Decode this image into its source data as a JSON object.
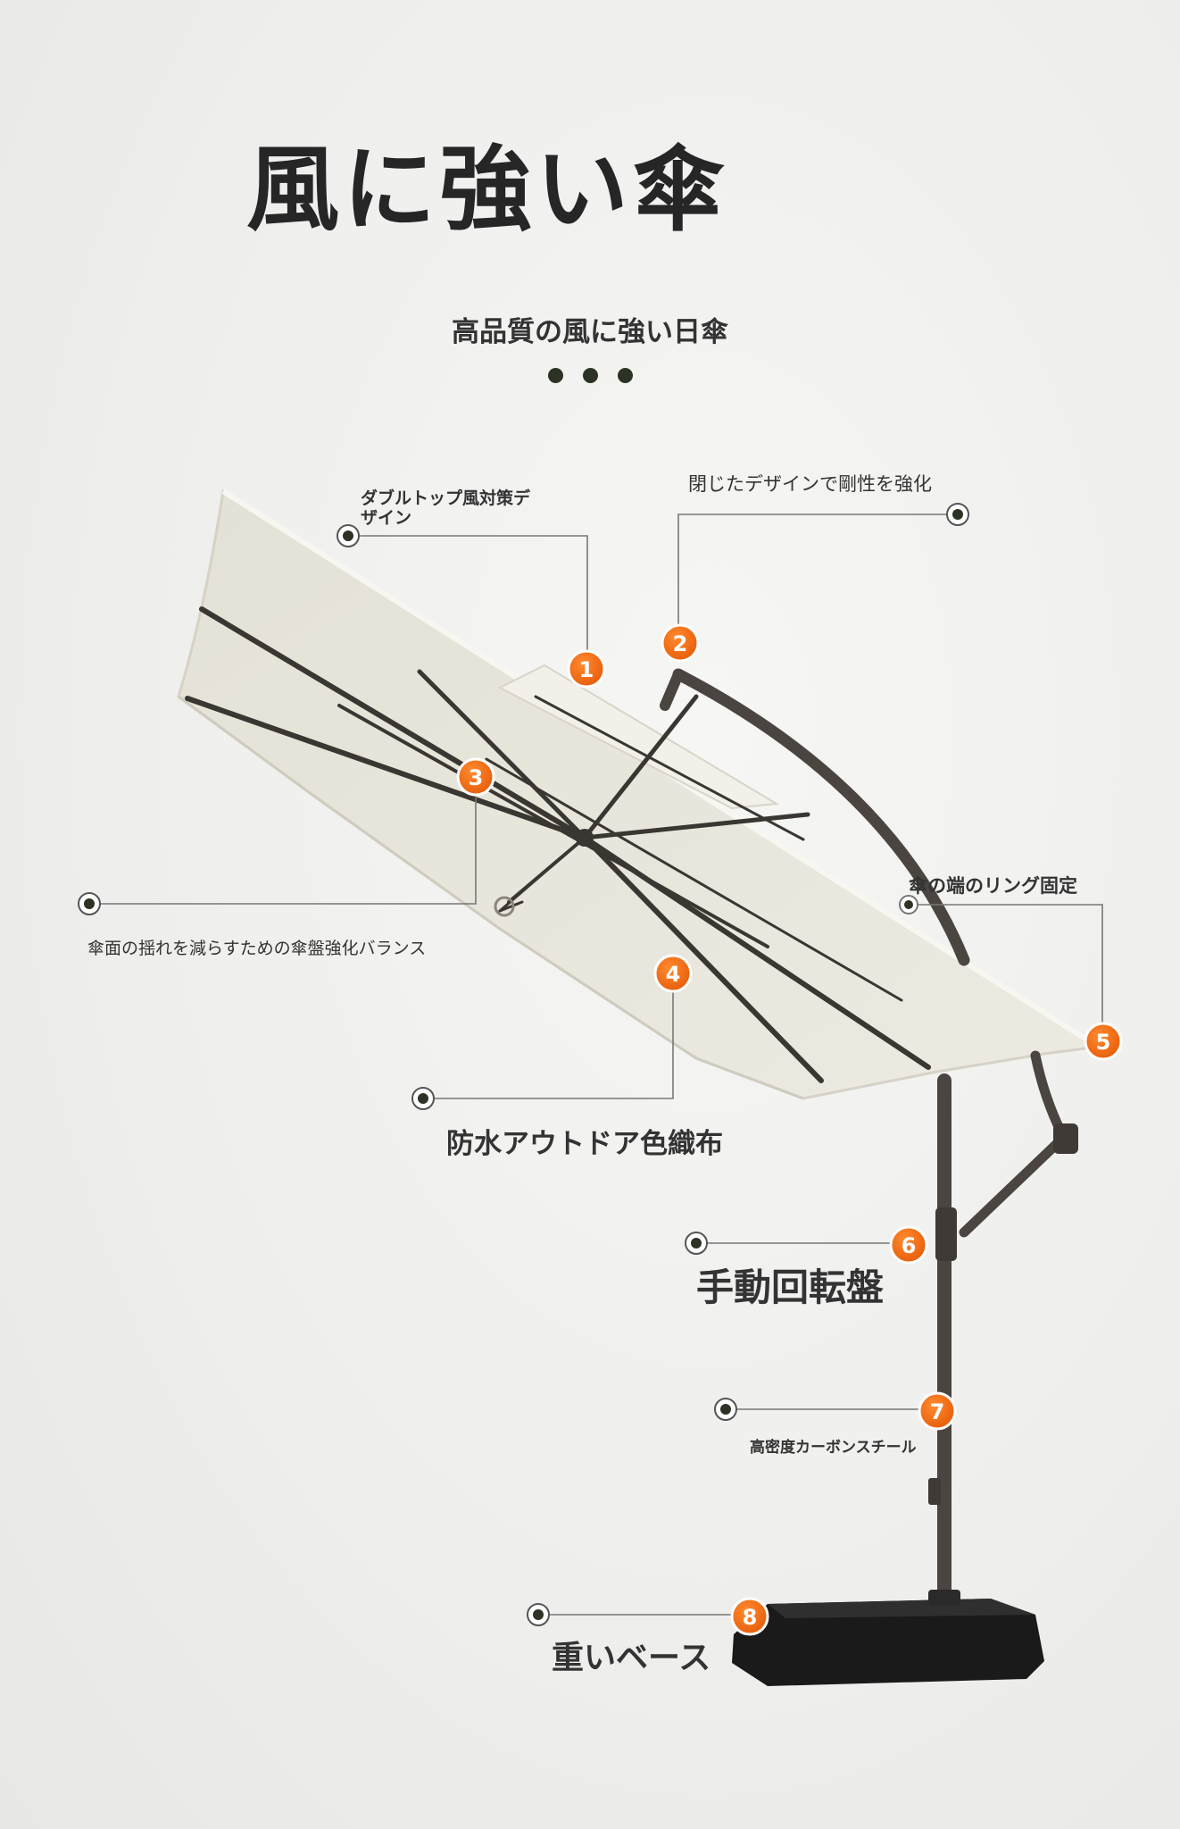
{
  "title": "風に強い傘",
  "subtitle": "高品質の風に強い日傘",
  "colors": {
    "accent_orange": "#ee6b12",
    "dot_dark": "#2c3324",
    "canopy": "#e9e6dc",
    "frame": "#3a3632",
    "base": "#1a1a1a"
  },
  "features": [
    {
      "number": "1",
      "label": "ダブルトップ風対策デザイン",
      "lines": [
        "ダブルトップ風対策デ",
        "ザイン"
      ]
    },
    {
      "number": "2",
      "label": "閉じたデザインで剛性を強化"
    },
    {
      "number": "3",
      "label": "傘面の揺れを減らすための傘盤強化バランス"
    },
    {
      "number": "4",
      "label": "防水アウトドア色織布"
    },
    {
      "number": "5",
      "label": "傘の端のリング固定"
    },
    {
      "number": "6",
      "label": "手動回転盤"
    },
    {
      "number": "7",
      "label": "高密度カーボンスチール"
    },
    {
      "number": "8",
      "label": "重いベース"
    }
  ]
}
